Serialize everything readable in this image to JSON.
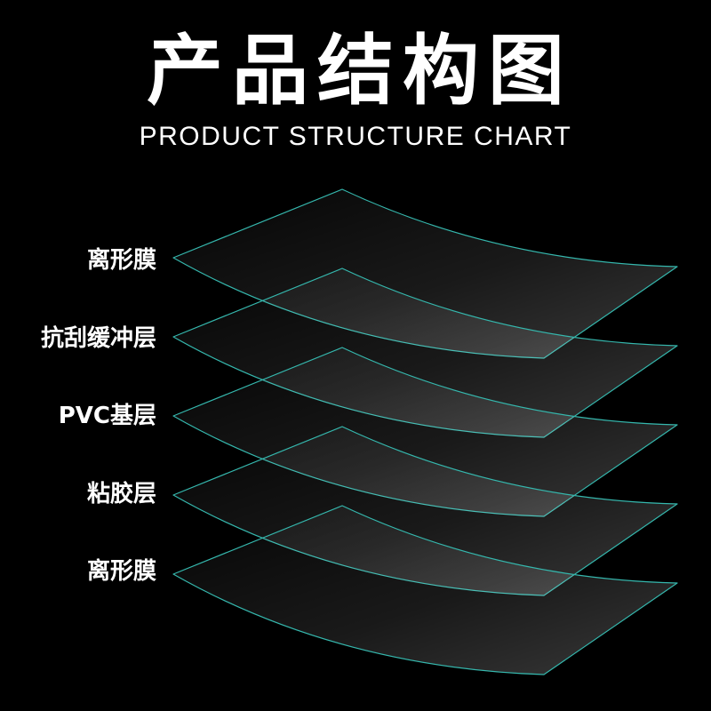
{
  "title": "产品结构图",
  "subtitle": "PRODUCT STRUCTURE CHART",
  "layers": [
    {
      "label": "离形膜"
    },
    {
      "label": "抗刮缓冲层"
    },
    {
      "label": "PVC基层"
    },
    {
      "label": "粘胶层"
    },
    {
      "label": "离形膜"
    }
  ],
  "colors": {
    "background": "#000000",
    "text": "#ffffff",
    "sheet_outline": "#35b7ad"
  }
}
